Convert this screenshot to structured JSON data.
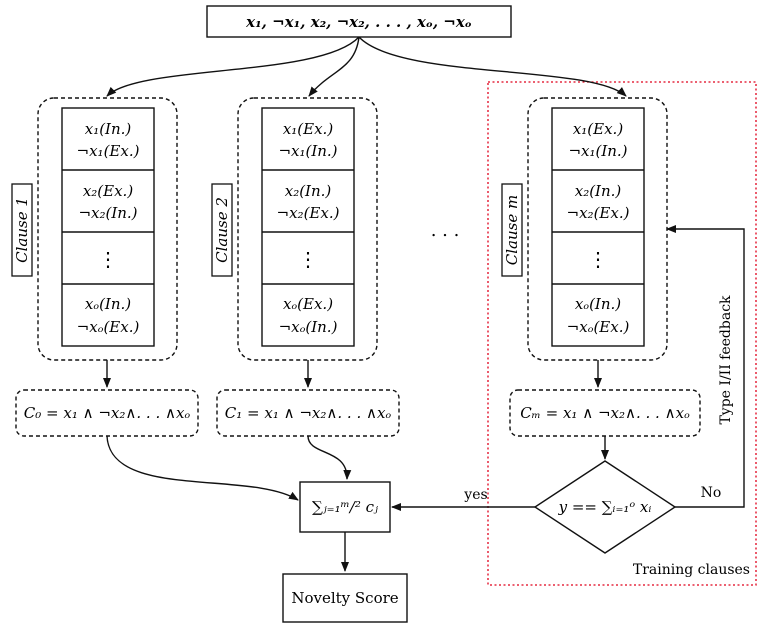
{
  "input_literals": "x₁, ¬x₁, x₂, ¬x₂, . . . , xₒ, ¬xₒ",
  "clauses": [
    {
      "label": "Clause 1",
      "rows": [
        {
          "l1": "x₁(In.)",
          "l2": "¬x₁(Ex.)"
        },
        {
          "l1": "x₂(Ex.)",
          "l2": "¬x₂(In.)"
        },
        {
          "l1": "⋮",
          "l2": ""
        },
        {
          "l1": "xₒ(In.)",
          "l2": "¬xₒ(Ex.)"
        }
      ],
      "formula": "C₀ = x₁ ∧ ¬x₂∧. . . ∧xₒ"
    },
    {
      "label": "Clause 2",
      "rows": [
        {
          "l1": "x₁(Ex.)",
          "l2": "¬x₁(In.)"
        },
        {
          "l1": "x₂(In.)",
          "l2": "¬x₂(Ex.)"
        },
        {
          "l1": "⋮",
          "l2": ""
        },
        {
          "l1": "xₒ(Ex.)",
          "l2": "¬xₒ(In.)"
        }
      ],
      "formula": "C₁ = x₁ ∧ ¬x₂∧. . . ∧xₒ"
    },
    {
      "label": "Clause m",
      "rows": [
        {
          "l1": "x₁(Ex.)",
          "l2": "¬x₁(In.)"
        },
        {
          "l1": "x₂(In.)",
          "l2": "¬x₂(Ex.)"
        },
        {
          "l1": "⋮",
          "l2": ""
        },
        {
          "l1": "xₒ(In.)",
          "l2": "¬xₒ(Ex.)"
        }
      ],
      "formula": "Cₘ = x₁ ∧ ¬x₂∧. . . ∧xₒ"
    }
  ],
  "ellipsis": ". . .",
  "sum_box": "∑ⱼ₌₁ᵐ/² cⱼ",
  "decision": "y == ∑ᵢ₌₁ᵒ xᵢ",
  "yes_label": "yes",
  "no_label": "No",
  "feedback_label": "Type I/II feedback",
  "training_label": "Training clauses",
  "novelty_label": "Novelty Score",
  "colors": {
    "training_border": "#e0001b",
    "stroke": "#111111"
  }
}
